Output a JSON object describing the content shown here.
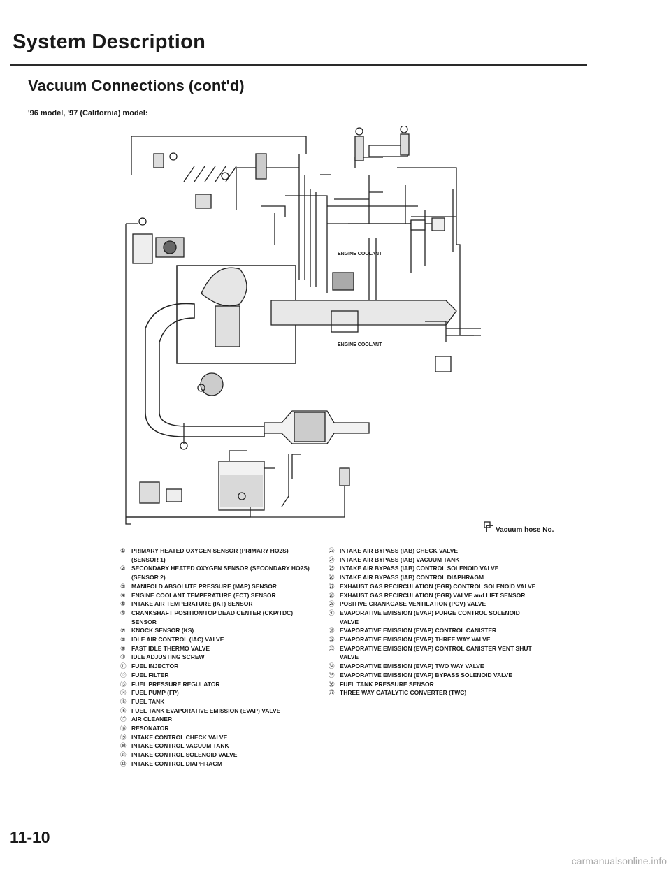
{
  "header": {
    "title": "System Description"
  },
  "section": {
    "title": "Vacuum Connections (cont'd)",
    "subtitle": "'96 model, '97 (California) model:"
  },
  "diagram": {
    "engine_coolant_label_1": "ENGINE COOLANT",
    "engine_coolant_label_2": "ENGINE COOLANT",
    "legend": "Vacuum hose No."
  },
  "parts_left": [
    {
      "num": "①",
      "text": "PRIMARY HEATED OXYGEN SENSOR (PRIMARY HO2S) (SENSOR 1)"
    },
    {
      "num": "②",
      "text": "SECONDARY HEATED OXYGEN SENSOR (SECONDARY HO2S) (SENSOR 2)"
    },
    {
      "num": "③",
      "text": "MANIFOLD ABSOLUTE PRESSURE (MAP) SENSOR"
    },
    {
      "num": "④",
      "text": "ENGINE COOLANT TEMPERATURE (ECT) SENSOR"
    },
    {
      "num": "⑤",
      "text": "INTAKE AIR TEMPERATURE (IAT) SENSOR"
    },
    {
      "num": "⑥",
      "text": "CRANKSHAFT POSITION/TOP DEAD CENTER (CKP/TDC) SENSOR"
    },
    {
      "num": "⑦",
      "text": "KNOCK SENSOR (KS)"
    },
    {
      "num": "⑧",
      "text": "IDLE AIR CONTROL (IAC) VALVE"
    },
    {
      "num": "⑨",
      "text": "FAST IDLE THERMO VALVE"
    },
    {
      "num": "⑩",
      "text": "IDLE ADJUSTING SCREW"
    },
    {
      "num": "⑪",
      "text": "FUEL INJECTOR"
    },
    {
      "num": "⑫",
      "text": "FUEL FILTER"
    },
    {
      "num": "⑬",
      "text": "FUEL PRESSURE REGULATOR"
    },
    {
      "num": "⑭",
      "text": "FUEL PUMP (FP)"
    },
    {
      "num": "⑮",
      "text": "FUEL TANK"
    },
    {
      "num": "⑯",
      "text": "FUEL TANK EVAPORATIVE EMISSION (EVAP) VALVE"
    },
    {
      "num": "⑰",
      "text": "AIR CLEANER"
    },
    {
      "num": "⑱",
      "text": "RESONATOR"
    },
    {
      "num": "⑲",
      "text": "INTAKE CONTROL CHECK VALVE"
    },
    {
      "num": "⑳",
      "text": "INTAKE CONTROL VACUUM TANK"
    },
    {
      "num": "㉑",
      "text": "INTAKE CONTROL SOLENOID VALVE"
    },
    {
      "num": "㉒",
      "text": "INTAKE CONTROL DIAPHRAGM"
    }
  ],
  "parts_right": [
    {
      "num": "㉓",
      "text": "INTAKE AIR BYPASS (IAB) CHECK VALVE"
    },
    {
      "num": "㉔",
      "text": "INTAKE AIR BYPASS (IAB) VACUUM TANK"
    },
    {
      "num": "㉕",
      "text": "INTAKE AIR BYPASS (IAB) CONTROL SOLENOID VALVE"
    },
    {
      "num": "㉖",
      "text": "INTAKE AIR BYPASS (IAB) CONTROL DIAPHRAGM"
    },
    {
      "num": "㉗",
      "text": "EXHAUST GAS RECIRCULATION (EGR) CONTROL SOLENOID VALVE"
    },
    {
      "num": "㉘",
      "text": "EXHAUST GAS RECIRCULATION (EGR) VALVE and LIFT SENSOR"
    },
    {
      "num": "㉙",
      "text": "POSITIVE CRANKCASE VENTILATION (PCV) VALVE"
    },
    {
      "num": "㉚",
      "text": "EVAPORATIVE EMISSION (EVAP) PURGE CONTROL SOLENOID VALVE"
    },
    {
      "num": "㉛",
      "text": "EVAPORATIVE EMISSION (EVAP) CONTROL CANISTER"
    },
    {
      "num": "㉜",
      "text": "EVAPORATIVE EMISSION (EVAP) THREE WAY VALVE"
    },
    {
      "num": "㉝",
      "text": "EVAPORATIVE EMISSION (EVAP) CONTROL CANISTER VENT SHUT VALVE"
    },
    {
      "num": "㉞",
      "text": "EVAPORATIVE EMISSION (EVAP) TWO WAY VALVE"
    },
    {
      "num": "㉟",
      "text": "EVAPORATIVE EMISSION (EVAP) BYPASS SOLENOID VALVE"
    },
    {
      "num": "㊱",
      "text": "FUEL TANK PRESSURE SENSOR"
    },
    {
      "num": "㊲",
      "text": "THREE WAY CATALYTIC CONVERTER (TWC)"
    }
  ],
  "page": {
    "number": "11-10"
  },
  "watermark": "carmanualsonline.info"
}
